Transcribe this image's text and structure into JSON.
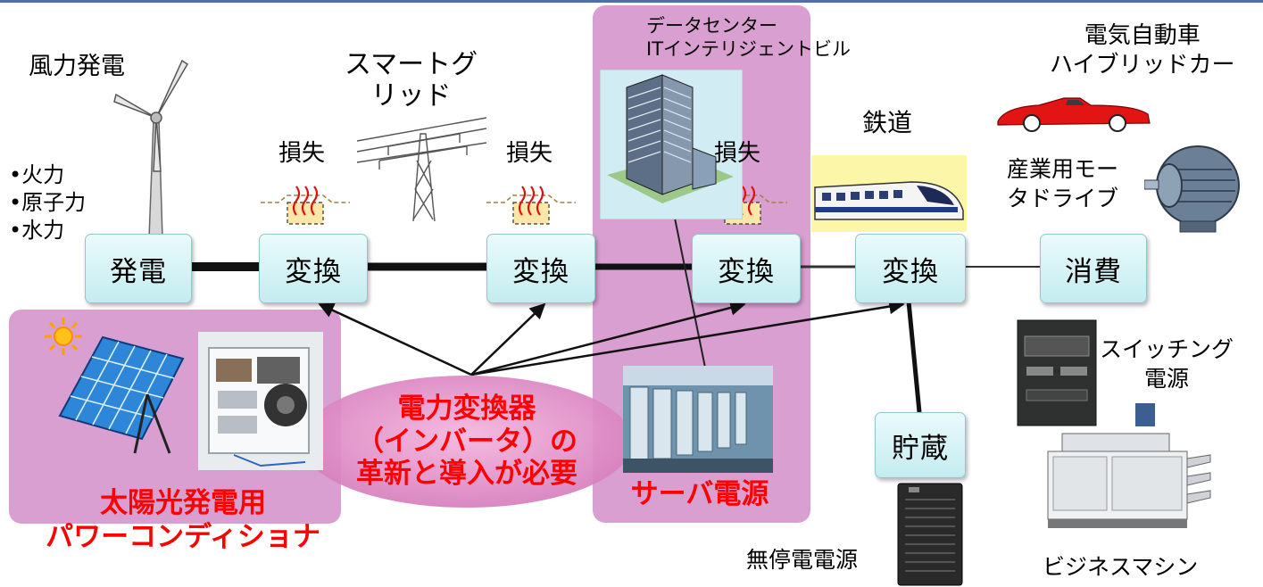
{
  "sources": {
    "items": [
      "•火力",
      "•原子力",
      "•水力"
    ]
  },
  "labels": {
    "wind": "風力発電",
    "smartgrid": "スマートグ\nリッド",
    "datacenter": "データセンター\nITインテリジェントビル",
    "ev": "電気自動車\nハイブリッドカー",
    "railway": "鉄道",
    "motor": "産業用モー\nタドライブ",
    "switching": "スイッチング\n電源",
    "ups": "無停電電源",
    "business": "ビジネスマシン",
    "loss": "損失"
  },
  "nodes": {
    "generation": "発電",
    "conversion": "変換",
    "consumption": "消費",
    "storage": "貯蔵"
  },
  "callouts": {
    "inverter": "電力変換器\n（インバータ）の\n革新と導入が必要",
    "solar": "太陽光発電用\nパワーコンディショナ",
    "server": "サーバ電源"
  },
  "colors": {
    "highlight_region": "#d99fd0",
    "node_fill": "#c4ecf0",
    "emphasis_text": "#ff0000",
    "ellipse": "#e591c9"
  },
  "icons": [
    "wind-turbine-icon",
    "power-tower-icon",
    "heat-wave-icon",
    "building-icon",
    "train-icon",
    "sports-car-icon",
    "electric-motor-icon",
    "sun-icon",
    "solar-panel-icon",
    "power-conditioner-icon",
    "server-room-icon",
    "switching-psu-icon",
    "copier-icon",
    "ups-tower-icon"
  ]
}
